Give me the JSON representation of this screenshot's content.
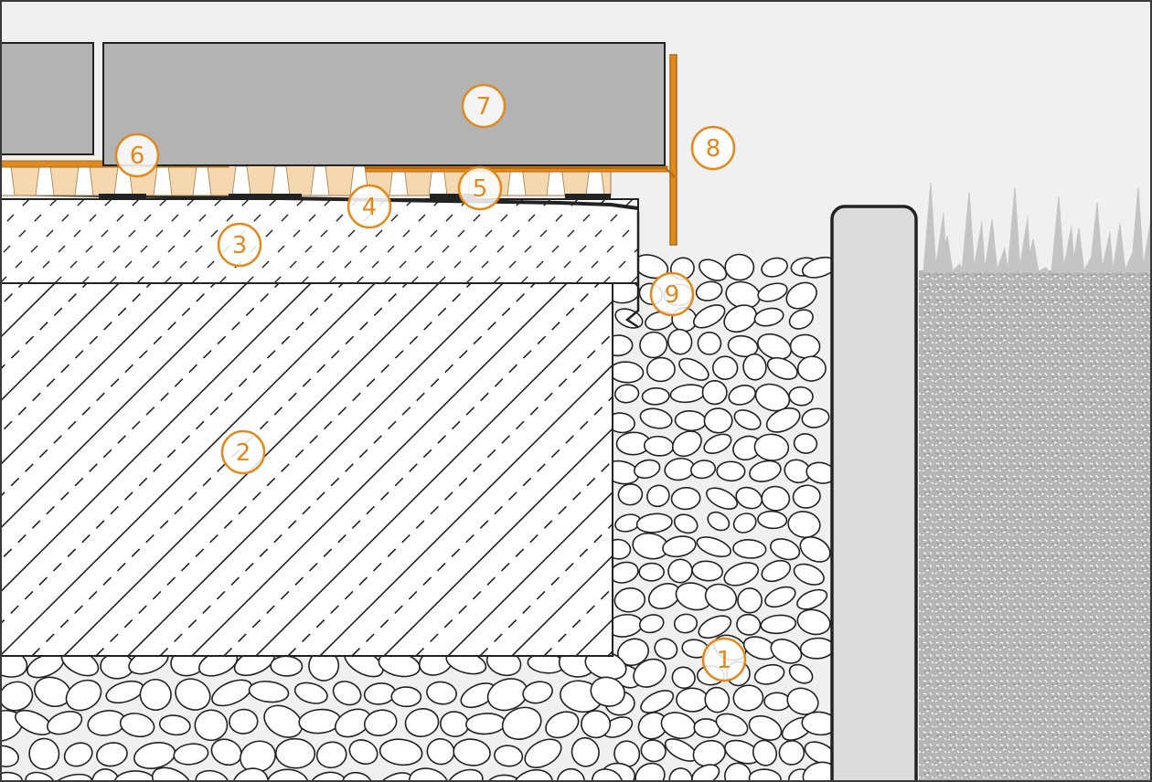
{
  "colors": {
    "background": "#f0f0f0",
    "frame": "#3a3a3a",
    "tile": "#b3b3b3",
    "mat": "#f6d8b0",
    "accent": "#e08a1e",
    "stone_stroke": "#222222",
    "kerb": "#dcdcdc",
    "soil": "#b0b0b0"
  },
  "callouts": [
    {
      "label": "1"
    },
    {
      "label": "2"
    },
    {
      "label": "3"
    },
    {
      "label": "4"
    },
    {
      "label": "5"
    },
    {
      "label": "6"
    },
    {
      "label": "7"
    },
    {
      "label": "8"
    },
    {
      "label": "9"
    }
  ]
}
